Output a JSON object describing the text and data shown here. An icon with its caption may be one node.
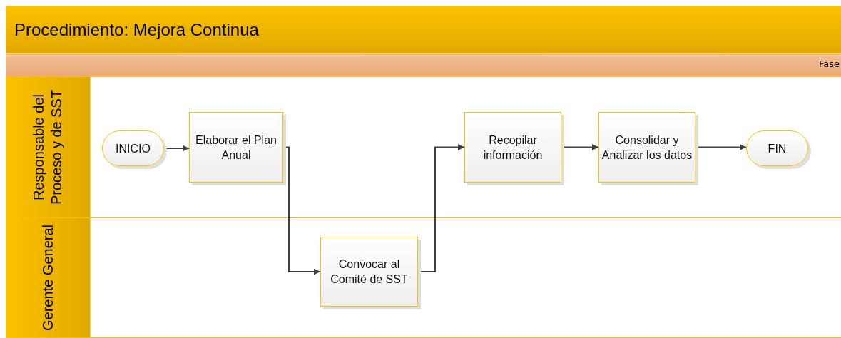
{
  "diagram": {
    "title": "Procedimiento:  Mejora Continua",
    "nodes": [
      {
        "text": [
          "Responsable del Proceso y de SST"
        ]
      },
      {
        "text": [
          "Gerente General"
        ]
      },
      {
        "text": [
          "INICIO"
        ],
        "in": 0
      },
      {
        "text": [
          "Elaborar el Plan Anual"
        ],
        "in": 0
      },
      {
        "text": [
          "Convocar al Comité de SST"
        ],
        "in": 1
      },
      {
        "text": [
          "Recopilar información"
        ],
        "in": 0
      },
      {
        "text": [
          "Consolidar y Analizar los datos"
        ],
        "in": 0
      },
      {
        "text": [
          "FIN"
        ],
        "in": 0
      }
    ],
    "edges": [
      {
        "from": 2,
        "to": 3,
        "arrow": "to"
      },
      {
        "from": 3,
        "to": 4,
        "arrow": "to"
      },
      {
        "from": 4,
        "to": 5,
        "arrow": "to"
      },
      {
        "from": 5,
        "to": 6,
        "arrow": "to"
      },
      {
        "from": 6,
        "to": 7,
        "arrow": "to"
      }
    ],
    "labels": [
      "Fase"
    ]
  }
}
